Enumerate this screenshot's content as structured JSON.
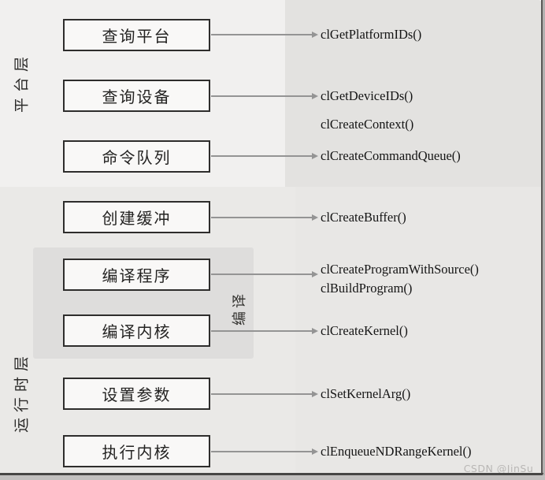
{
  "diagram": {
    "description_layers": {
      "platform_label": "平台层",
      "runtime_label": "运行时层",
      "compile_group_label": "编译"
    },
    "boxes": [
      {
        "label": "查询平台"
      },
      {
        "label": "查询设备"
      },
      {
        "label": "命令队列"
      },
      {
        "label": "创建缓冲"
      },
      {
        "label": "编译程序"
      },
      {
        "label": "编译内核"
      },
      {
        "label": "设置参数"
      },
      {
        "label": "执行内核"
      }
    ],
    "apis": [
      {
        "name": "clGetPlatformIDs()"
      },
      {
        "name": "clGetDeviceIDs()"
      },
      {
        "name": "clCreateContext()"
      },
      {
        "name": "clCreateCommandQueue()"
      },
      {
        "name": "clCreateBuffer()"
      },
      {
        "name": "clCreateProgramWithSource()"
      },
      {
        "name": "clBuildProgram()"
      },
      {
        "name": "clCreateKernel()"
      },
      {
        "name": "clSetKernelArg()"
      },
      {
        "name": "clEnqueueNDRangeKernel()"
      }
    ],
    "watermark": "CSDN @JinSu_",
    "colors": {
      "panel_left_top": "#f1f0ef",
      "panel_left_bottom": "#eae9e7",
      "panel_right_top": "#e3e2e0",
      "panel_right_bottom": "#e8e7e5",
      "compile_subpanel": "#dedddc",
      "box_fill": "#f9f8f7",
      "box_border": "#2e2d2c",
      "arrow": "#949494",
      "api_text": "#141414",
      "watermark_text": "#b9b7b5"
    }
  }
}
